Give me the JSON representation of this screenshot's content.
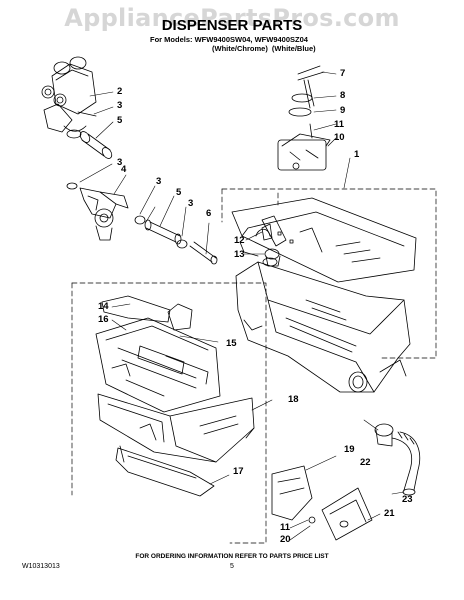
{
  "watermark": "AppliancePartsPros.com",
  "title": "DISPENSER PARTS",
  "models_line": "For Models: WFW9400SW04, WFW9400SZ04",
  "variants_line": "(White/Chrome)   (White/Blue)",
  "callouts": {
    "c1": "1",
    "c2": "2",
    "c3a": "3",
    "c3b": "3",
    "c3c": "3",
    "c3d": "3",
    "c4": "4",
    "c5a": "5",
    "c5b": "5",
    "c6": "6",
    "c7": "7",
    "c8": "8",
    "c9": "9",
    "c10": "10",
    "c11a": "11",
    "c11b": "11",
    "c12": "12",
    "c13": "13",
    "c14": "14",
    "c15": "15",
    "c16": "16",
    "c17": "17",
    "c18": "18",
    "c19": "19",
    "c20": "20",
    "c21": "21",
    "c22": "22",
    "c23": "23"
  },
  "footer": "FOR ORDERING INFORMATION REFER TO PARTS PRICE LIST",
  "doc_number": "W10313013",
  "page_number": "5"
}
